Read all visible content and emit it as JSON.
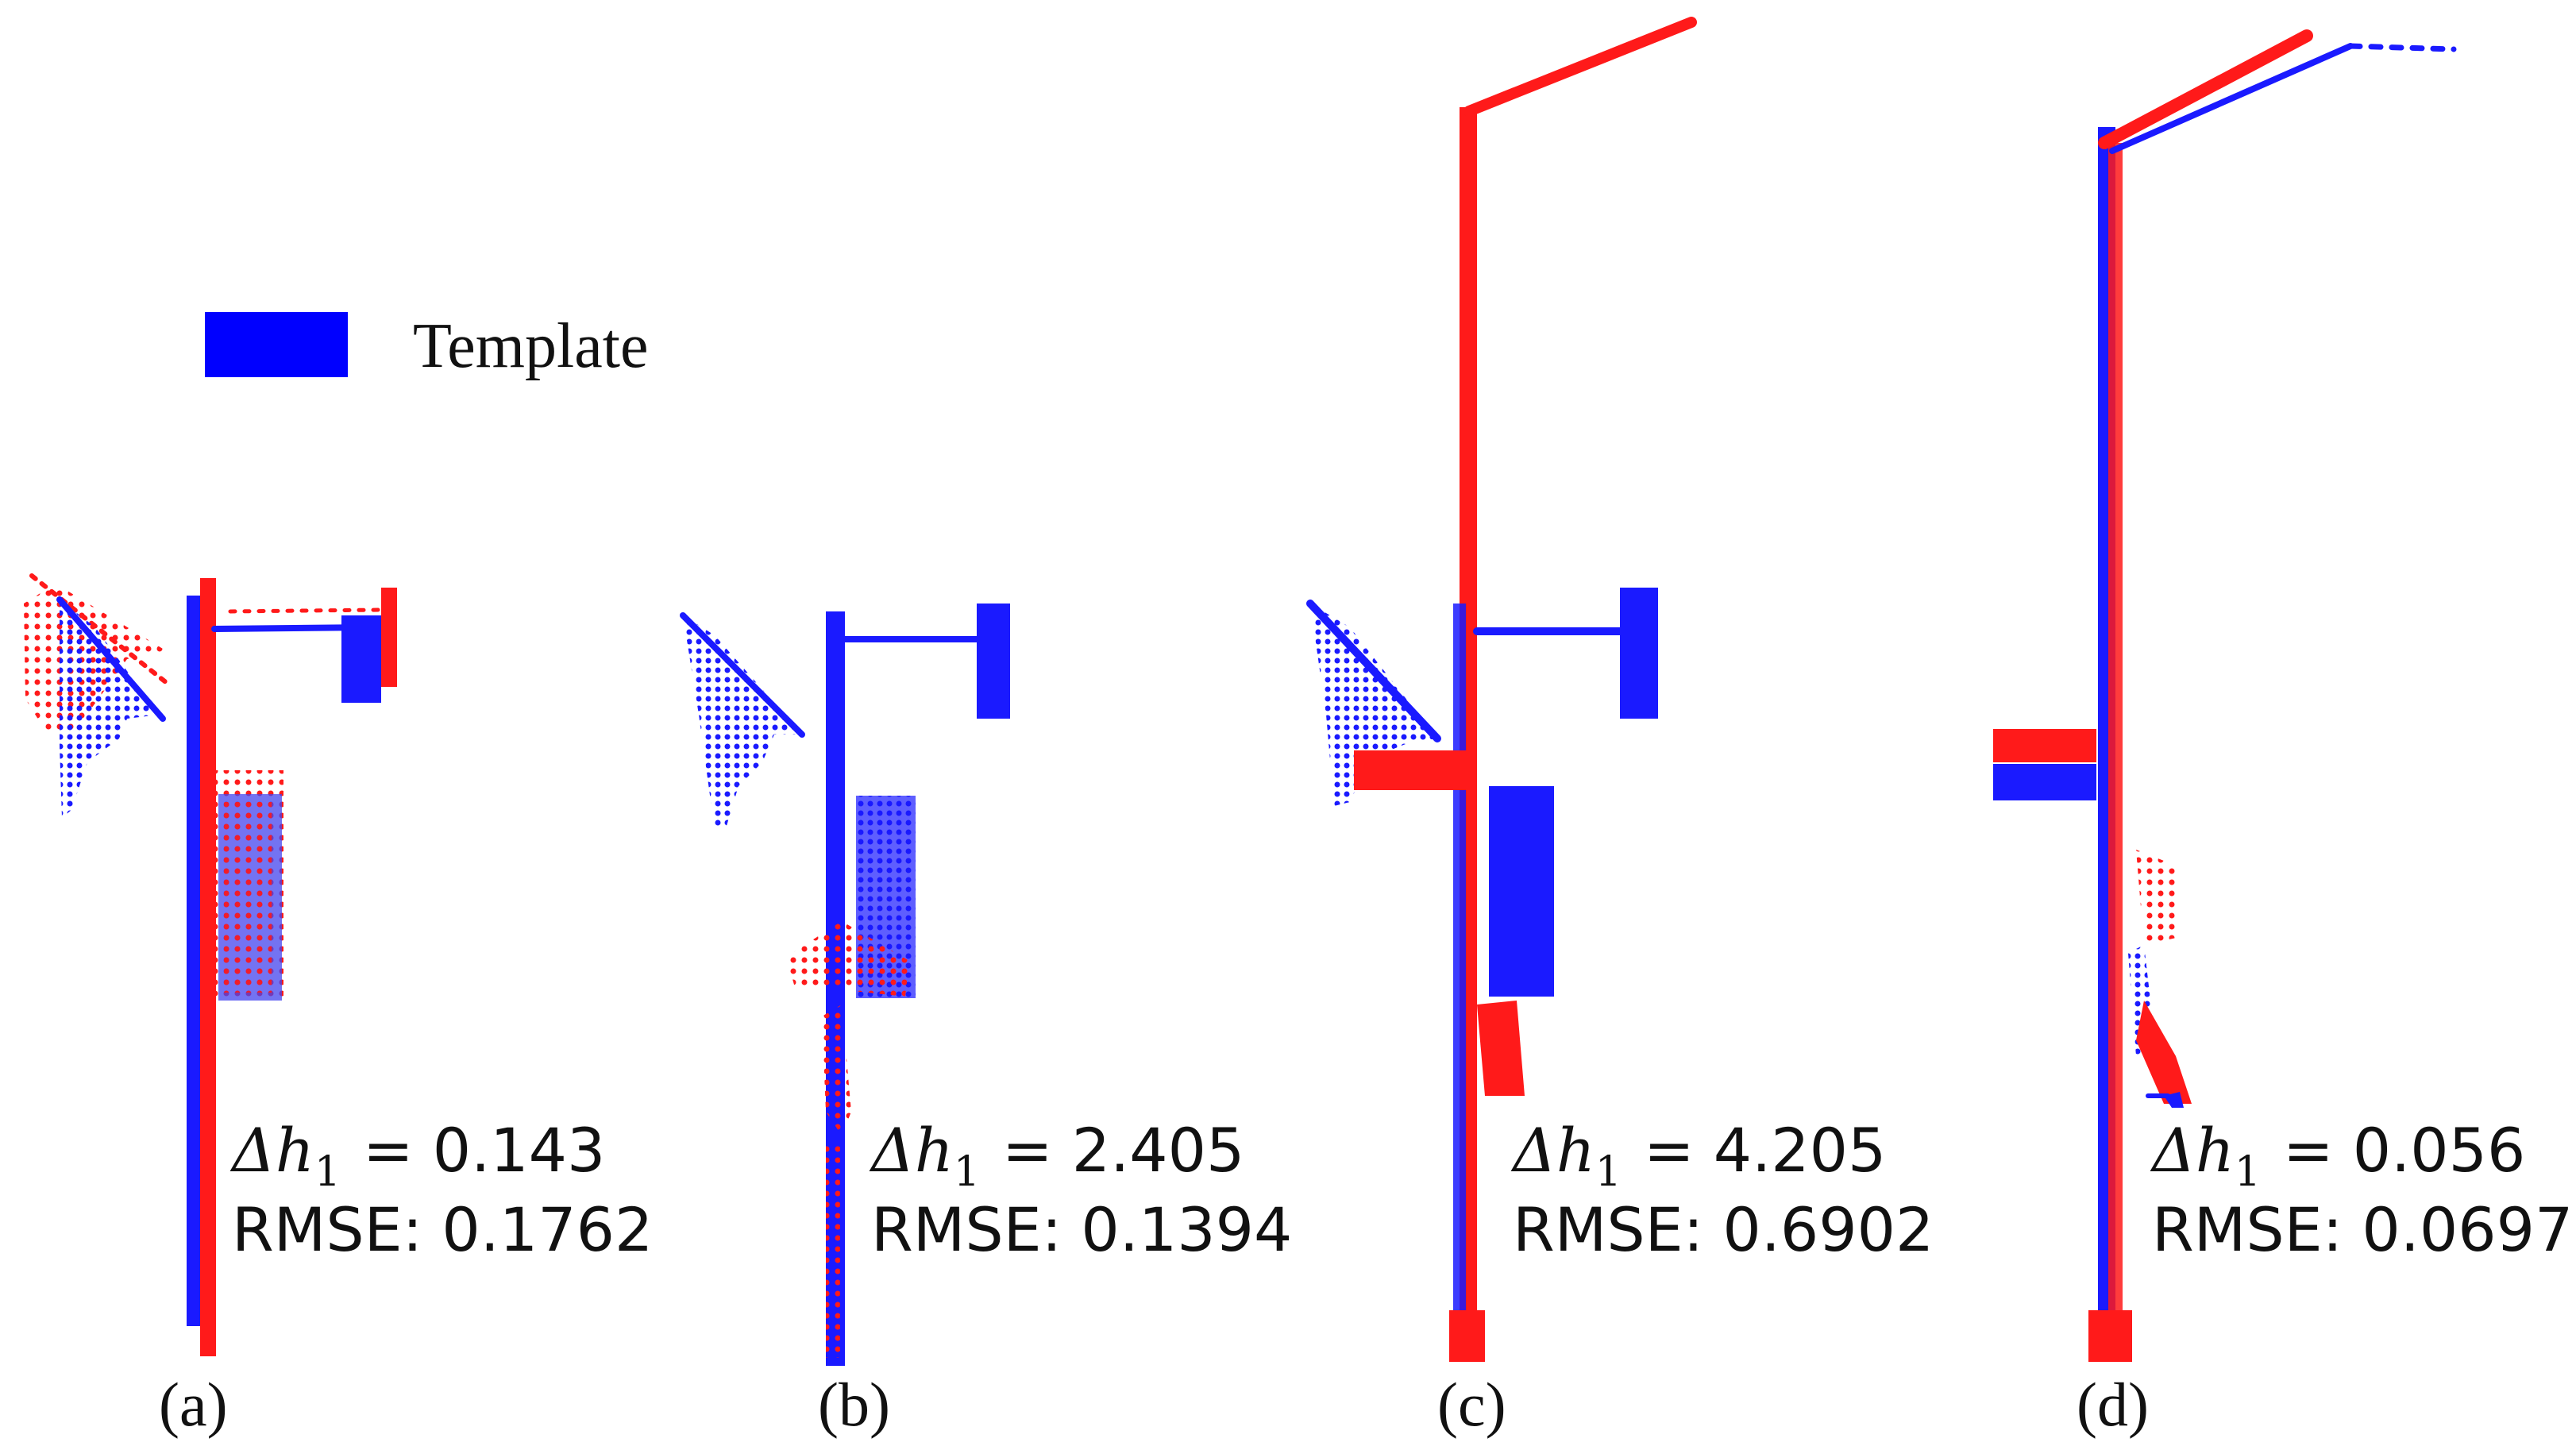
{
  "legend": {
    "label": "Template",
    "color": "#0000ff"
  },
  "colors": {
    "template": "#1a1aff",
    "target": "#ff1a1a"
  },
  "panels": [
    {
      "label": "(a)",
      "delta_symbol": "Δh",
      "delta_subscript": "1",
      "delta_value": "= 0.143",
      "rmse": "RMSE: 0.1762"
    },
    {
      "label": "(b)",
      "delta_symbol": "Δh",
      "delta_subscript": "1",
      "delta_value": "= 2.405",
      "rmse": "RMSE: 0.1394"
    },
    {
      "label": "(c)",
      "delta_symbol": "Δh",
      "delta_subscript": "1",
      "delta_value": "= 4.205",
      "rmse": "RMSE: 0.6902"
    },
    {
      "label": "(d)",
      "delta_symbol": "Δh",
      "delta_subscript": "1",
      "delta_value": "= 0.056",
      "rmse": "RMSE: 0.0697"
    }
  ]
}
